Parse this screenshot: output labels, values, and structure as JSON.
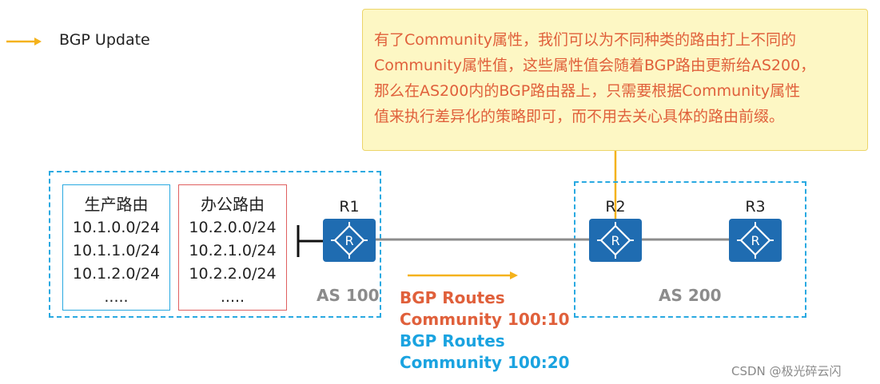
{
  "legend": {
    "label": "BGP Update",
    "arrow_color": "#f4b21c"
  },
  "callout": {
    "lines": [
      "有了Community属性，我们可以为不同种类的路由打上不同的",
      "Community属性值，这些属性值会随着BGP路由更新给AS200，",
      "那么在AS200内的BGP路由器上，只需要根据Community属性",
      "值来执行差异化的策略即可，而不用去关心具体的路由前缀。"
    ],
    "text_color": "#e0603b"
  },
  "as100": {
    "label": "AS 100",
    "production": {
      "title": "生产路由",
      "routes": [
        "10.1.0.0/24",
        "10.1.1.0/24",
        "10.1.2.0/24",
        "....."
      ],
      "border_color": "#29a9e1"
    },
    "office": {
      "title": "办公路由",
      "routes": [
        "10.2.0.0/24",
        "10.2.1.0/24",
        "10.2.2.0/24",
        "....."
      ],
      "border_color": "#e06060"
    },
    "router": "R1"
  },
  "as200": {
    "label": "AS 200",
    "routers": [
      "R2",
      "R3"
    ]
  },
  "updates": [
    {
      "line1": "BGP Routes",
      "line2": "Community 100:10",
      "color": "#e0603b"
    },
    {
      "line1": "BGP Routes",
      "line2": "Community 100:20",
      "color": "#1aa3e0"
    }
  ],
  "watermark": "CSDN @极光碎云闪"
}
